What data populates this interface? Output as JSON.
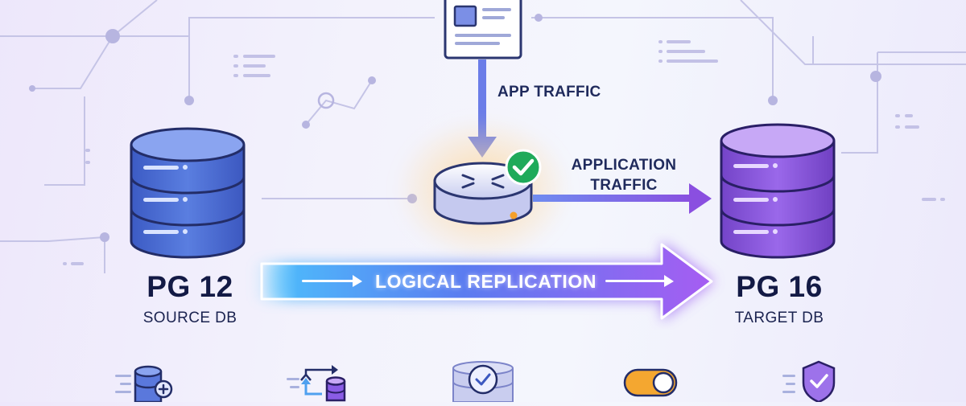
{
  "diagram": {
    "app_traffic_label": "APP TRAFFIC",
    "application_traffic_label": [
      "APPLICATION",
      "TRAFFIC"
    ],
    "replication_label": "LOGICAL REPLICATION",
    "source": {
      "name": "PG 12",
      "role": "SOURCE DB"
    },
    "target": {
      "name": "PG 16",
      "role": "TARGET DB"
    }
  },
  "icons": {
    "top": "application-window-icon",
    "center": "router-icon",
    "router_badge": "check-badge-icon",
    "bottom": [
      "add-database-icon",
      "sync-transfer-icon",
      "verified-database-icon",
      "toggle-switch-icon",
      "shield-check-icon"
    ]
  },
  "colors": {
    "source_db": "#4d6fd6",
    "target_db": "#8f5be0",
    "app_traffic_arrow": "#6b7de8",
    "application_arrow": "#8a5ce6",
    "replication_start": "#3fa4f5",
    "replication_end": "#a25cf0",
    "check_badge": "#1faa5a",
    "text_dark": "#131a45"
  }
}
